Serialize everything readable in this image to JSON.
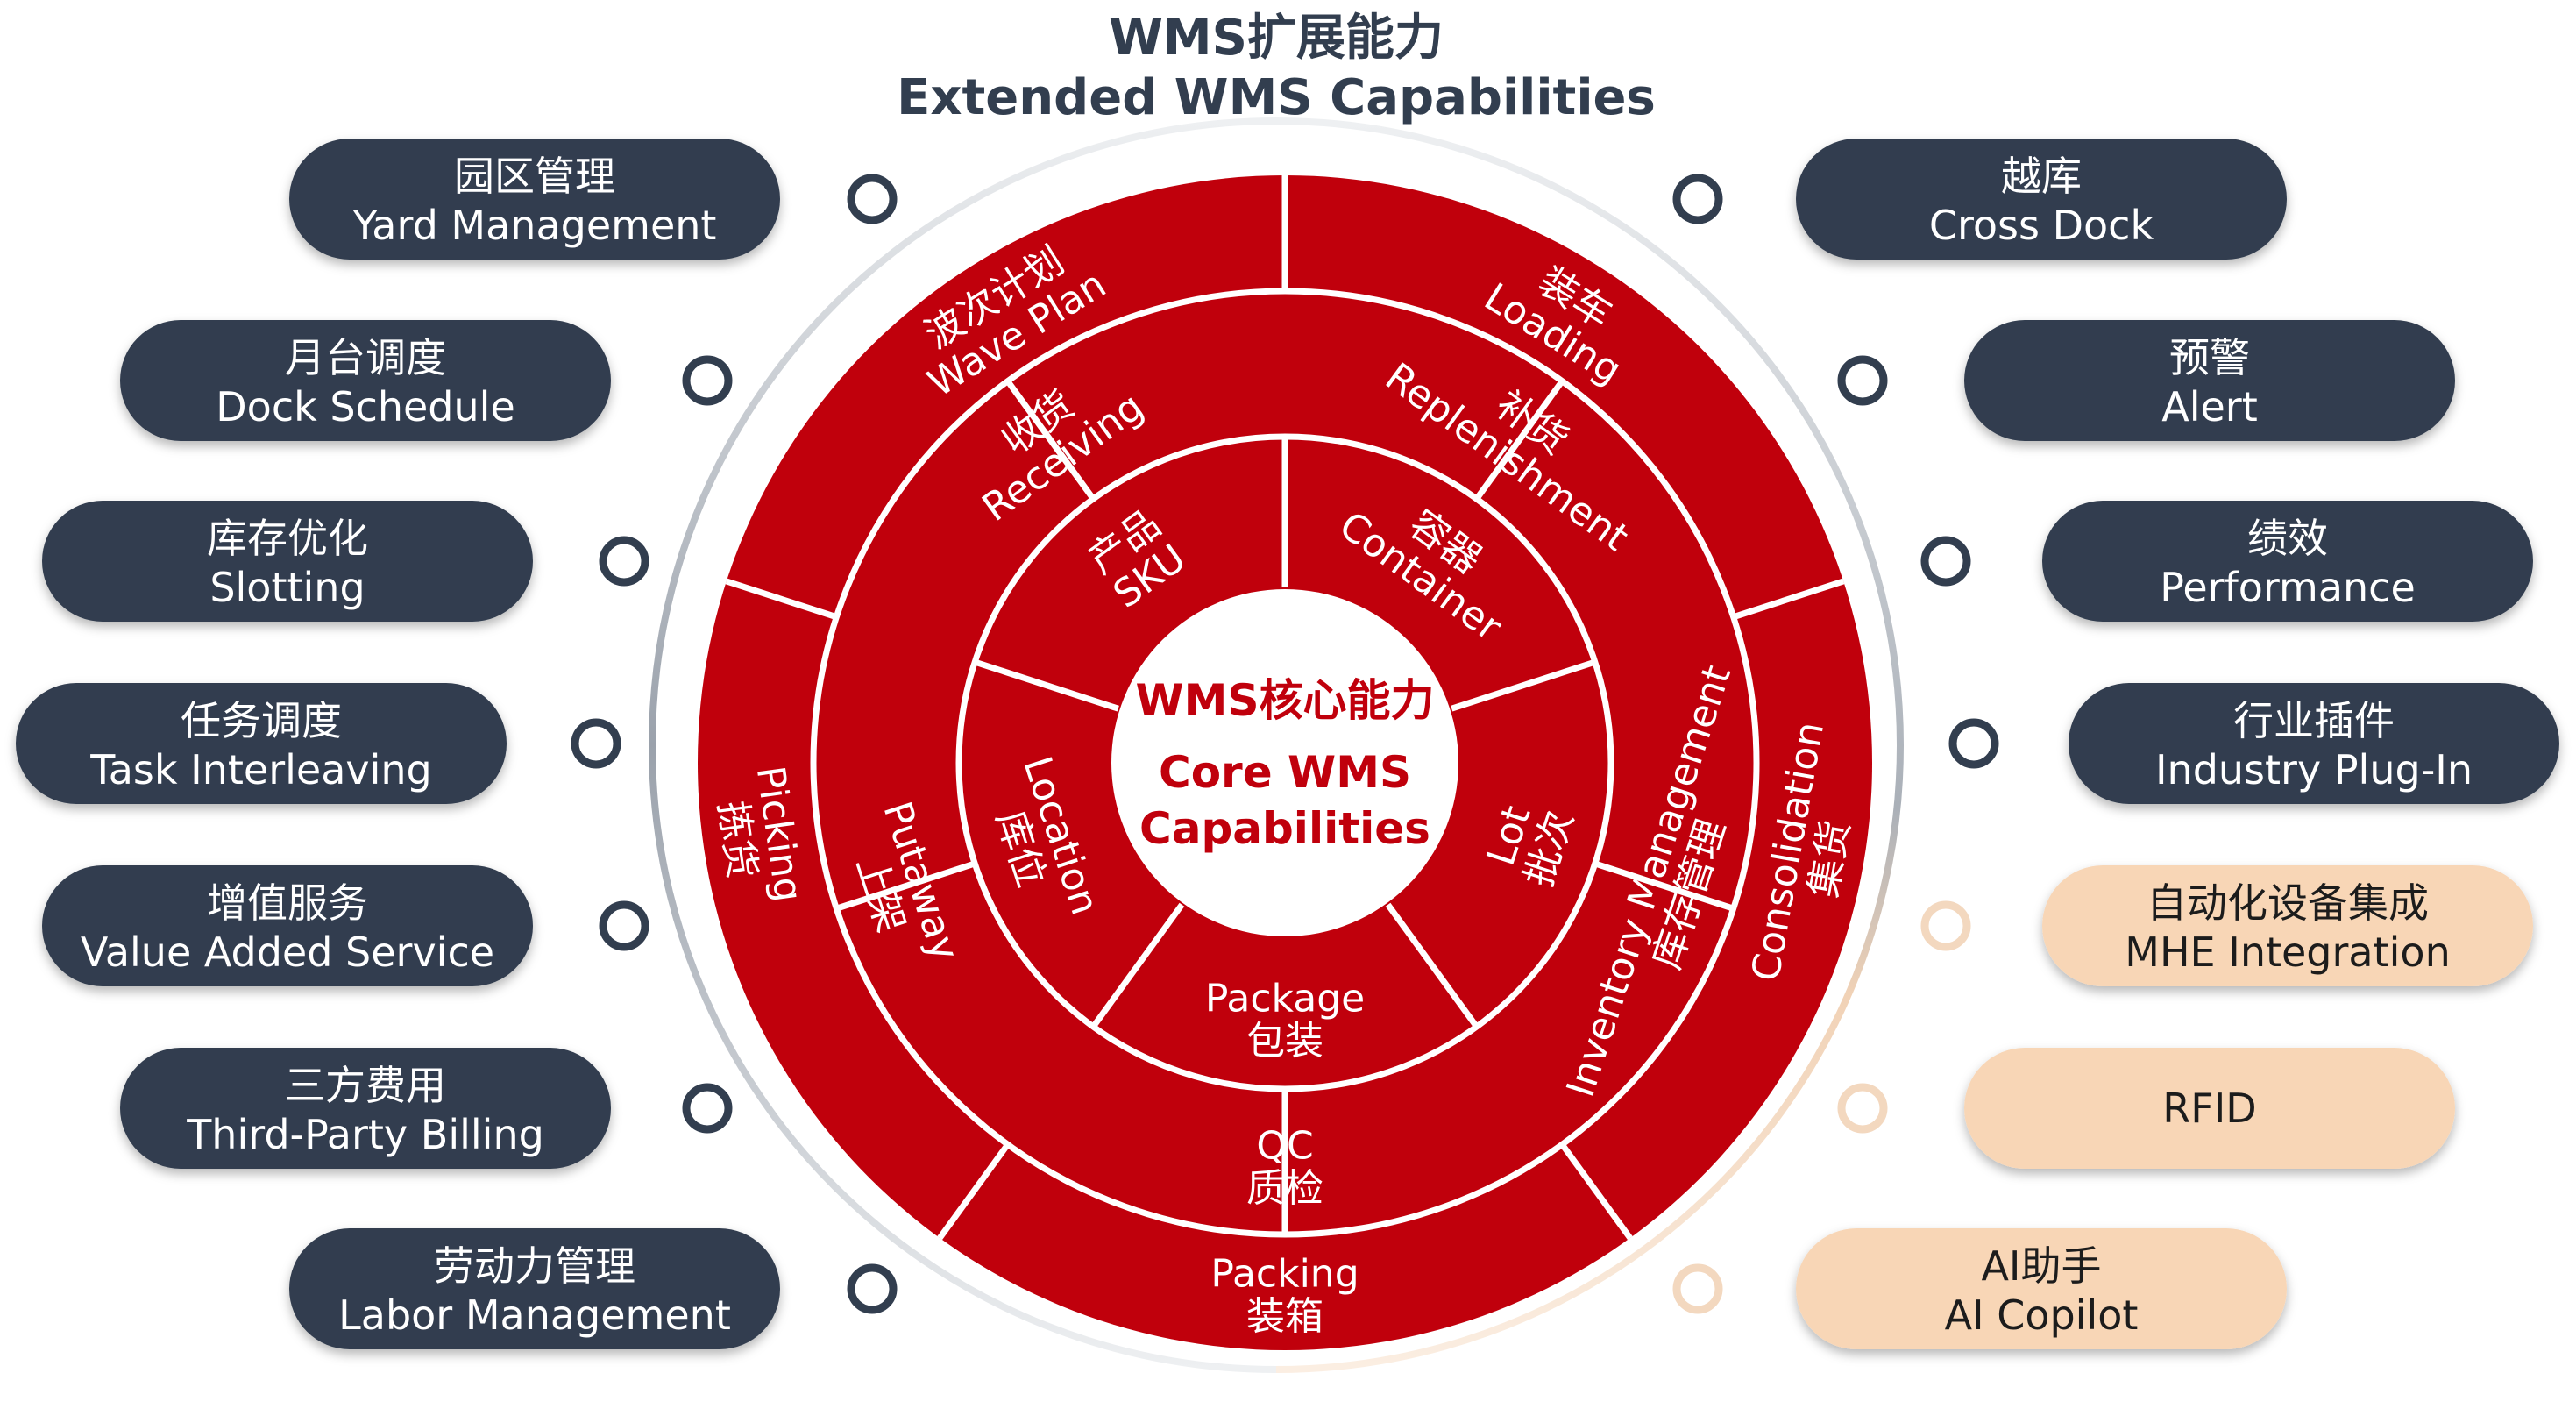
{
  "title": {
    "cn": "WMS扩展能力",
    "en": "Extended WMS Capabilities"
  },
  "colors": {
    "core_red": "#c0000c",
    "dark_pill": "#323e4f",
    "peach_pill": "#f8d6b6",
    "connector_gray": "#cfd2d6",
    "connector_peach": "#f3d8bf",
    "separator": "#ffffff"
  },
  "center": {
    "cn": "WMS核心能力",
    "en_line1": "Core WMS",
    "en_line2": "Capabilities"
  },
  "inner_ring": [
    {
      "name": "sku",
      "en": "SKU",
      "cn": "产品"
    },
    {
      "name": "container",
      "en": "Container",
      "cn": "容器"
    },
    {
      "name": "lot",
      "en": "Lot",
      "cn": "批次"
    },
    {
      "name": "package",
      "en": "Package",
      "cn": "包装"
    },
    {
      "name": "location",
      "en": "Location",
      "cn": "库位"
    }
  ],
  "middle_ring": [
    {
      "name": "receiving",
      "en": "Receiving",
      "cn": "收货"
    },
    {
      "name": "replenishment",
      "en": "Replenishment",
      "cn": "补货"
    },
    {
      "name": "inventory-management",
      "en": "Inventory Management",
      "cn": "库存管理"
    },
    {
      "name": "qc",
      "en": "QC",
      "cn": "质检"
    },
    {
      "name": "putaway",
      "en": "Putaway",
      "cn": "上架"
    }
  ],
  "outer_ring": [
    {
      "name": "wave-plan",
      "en": "Wave Plan",
      "cn": "波次计划"
    },
    {
      "name": "loading",
      "en": "Loading",
      "cn": "装车"
    },
    {
      "name": "consolidation",
      "en": "Consolidation",
      "cn": "集货"
    },
    {
      "name": "packing",
      "en": "Packing",
      "cn": "装箱"
    },
    {
      "name": "picking",
      "en": "Picking",
      "cn": "拣货"
    }
  ],
  "left_pills": [
    {
      "name": "yard-management",
      "cn": "园区管理",
      "en": "Yard Management"
    },
    {
      "name": "dock-schedule",
      "cn": "月台调度",
      "en": "Dock Schedule"
    },
    {
      "name": "slotting",
      "cn": "库存优化",
      "en": "Slotting"
    },
    {
      "name": "task-interleaving",
      "cn": "任务调度",
      "en": "Task Interleaving"
    },
    {
      "name": "value-added-service",
      "cn": "增值服务",
      "en": "Value Added Service"
    },
    {
      "name": "third-party-billing",
      "cn": "三方费用",
      "en": "Third-Party Billing"
    },
    {
      "name": "labor-management",
      "cn": "劳动力管理",
      "en": "Labor Management"
    }
  ],
  "right_pills": [
    {
      "name": "cross-dock",
      "cn": "越库",
      "en": "Cross Dock",
      "style": "dark"
    },
    {
      "name": "alert",
      "cn": "预警",
      "en": "Alert",
      "style": "dark"
    },
    {
      "name": "performance",
      "cn": "绩效",
      "en": "Performance",
      "style": "dark"
    },
    {
      "name": "industry-plug-in",
      "cn": "行业插件",
      "en": "Industry Plug-In",
      "style": "dark"
    },
    {
      "name": "mhe-integration",
      "cn": "自动化设备集成",
      "en": "MHE Integration",
      "style": "peach"
    },
    {
      "name": "rfid",
      "cn": "",
      "en": "RFID",
      "style": "peach"
    },
    {
      "name": "ai-copilot",
      "cn": "AI助手",
      "en": "AI Copilot",
      "style": "peach"
    }
  ]
}
